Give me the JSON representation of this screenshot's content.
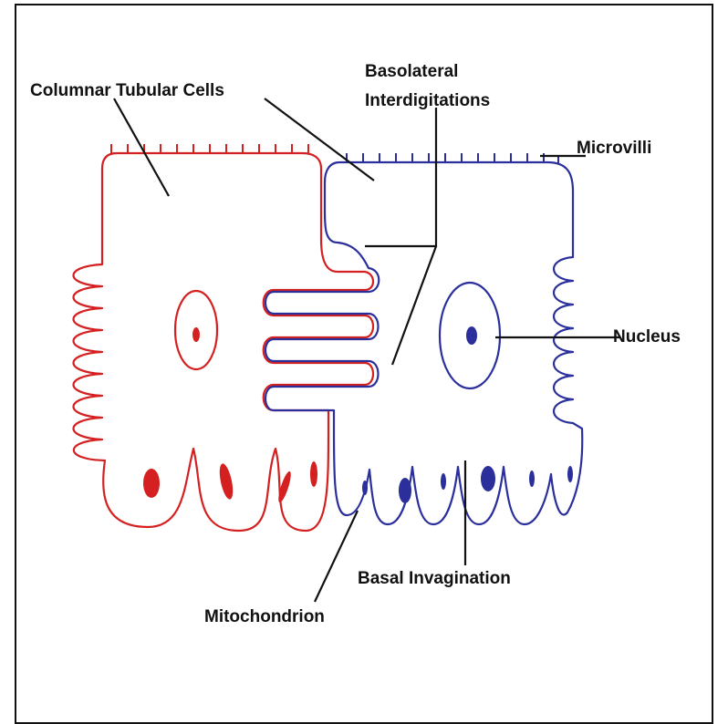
{
  "labels": {
    "columnar": "Columnar Tubular Cells",
    "basolateral_1": "Basolateral",
    "basolateral_2": "Interdigitations",
    "microvilli": "Microvilli",
    "nucleus": "Nucleus",
    "basal": "Basal Invagination",
    "mitochondrion": "Mitochondrion"
  },
  "colors": {
    "left_cell": "#d42020",
    "right_cell": "#2a2f9c",
    "text": "#111111"
  }
}
